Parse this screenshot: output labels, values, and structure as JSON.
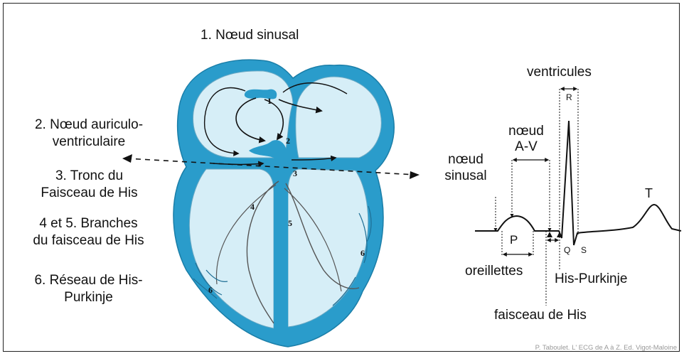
{
  "colors": {
    "heart_blue": "#2a9ccb",
    "chamber_light": "#d6eef7",
    "ink": "#111111"
  },
  "left_labels": {
    "l1": "1. Nœud sinusal",
    "l2a": "2. Nœud auriculo-",
    "l2b": "ventriculaire",
    "l3a": "3. Tronc du",
    "l3b": "Faisceau de His",
    "l45a": "4 et 5. Branches",
    "l45b": "du faisceau de His",
    "l6a": "6. Réseau de His-",
    "l6b": "Purkinje"
  },
  "heart_numbers": [
    "1",
    "2",
    "3",
    "4",
    "5",
    "6",
    "6"
  ],
  "ecg_labels": {
    "ventricules": "ventricules",
    "noeud_av_a": "nœud",
    "noeud_av_b": "A-V",
    "noeud_sinusal_a": "nœud",
    "noeud_sinusal_b": "sinusal",
    "oreillettes": "oreillettes",
    "his_purkinje": "His-Purkinje",
    "faisceau": "faisceau de His",
    "P": "P",
    "Q": "Q",
    "R": "R",
    "S": "S",
    "T": "T"
  },
  "credit": "P. Taboulet. L' ECG de A à Z. Ed. Vigot-Maloine"
}
